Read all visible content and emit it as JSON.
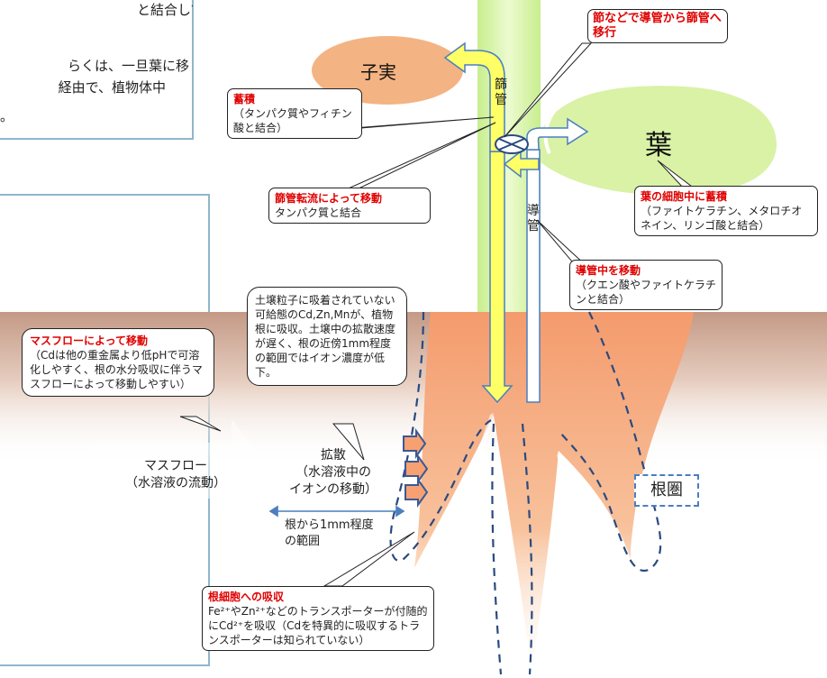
{
  "left_panel": {
    "partial_line1": "と結合して存在",
    "partial_line2": "らくは、一旦葉に移",
    "partial_line3": "経由で、植物体中",
    "partial_line4": "。"
  },
  "labels": {
    "seed": "子実",
    "leaf": "葉",
    "phloem": "篩管",
    "xylem": "導管",
    "massflow_main": "マスフロー",
    "massflow_sub": "（水溶液の流動）",
    "diffusion_main": "拡散",
    "diffusion_sub1": "（水溶液中の",
    "diffusion_sub2": "イオンの移動）",
    "range1": "根から1mm程度",
    "range2": "の範囲",
    "rhizosphere": "根圏"
  },
  "callouts": {
    "node_transfer": {
      "title": "節などで導管から篩管へ移行"
    },
    "storage": {
      "title": "蓄積",
      "body": "（タンパク質やフィチン酸と結合）"
    },
    "phloem_flow": {
      "title": "篩管転流によって移動",
      "body": "タンパク質と結合"
    },
    "leaf_storage": {
      "title": "葉の細胞中に蓄積",
      "body": "（ファイトケラチン、メタロチオネイン、リンゴ酸と結合）"
    },
    "xylem_move": {
      "title": "導管中を移動",
      "body": "（クエン酸やファイトケラチンと結合）"
    },
    "soil_absorb": {
      "body": "土壌粒子に吸着されていない可給態のCd,Zn,Mnが、植物根に吸収。土壌中の拡散速度が遅く、根の近傍1mm程度の範囲ではイオン濃度が低下。"
    },
    "massflow": {
      "title": "マスフローによって移動",
      "body": "（Cdは他の重金属より低pHで可溶化しやすく、根の水分吸収に伴うマスフローによって移動しやすい）"
    },
    "root_absorb": {
      "title": "根細胞への吸収",
      "body": "Fe²⁺やZn²⁺などのトランスポーターが付随的にCd²⁺を吸収（Cdを特異的に吸収するトランスポーターは知られていない）"
    }
  },
  "colors": {
    "panel_border": "#8fb6cc",
    "stem_green": "#d4f2a4",
    "seed_orange": "#f4b383",
    "leaf_green": "#d9f2a6",
    "soil_brown": "#c9a08c",
    "phloem_yellow": "#ffff66",
    "root_orange": "#f7a072",
    "dash_blue": "#2a4a80",
    "red_title": "#e00000"
  }
}
